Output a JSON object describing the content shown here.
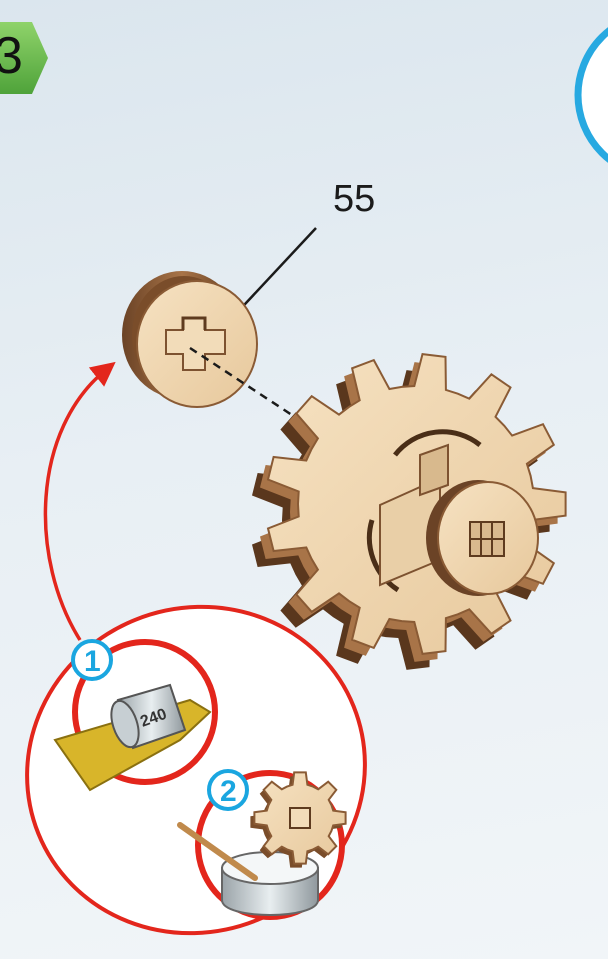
{
  "step": {
    "number": "3"
  },
  "part": {
    "label": "55"
  },
  "instructions": {
    "badge_1": "1",
    "badge_2": "2",
    "sandpaper_grit": "240"
  }
}
